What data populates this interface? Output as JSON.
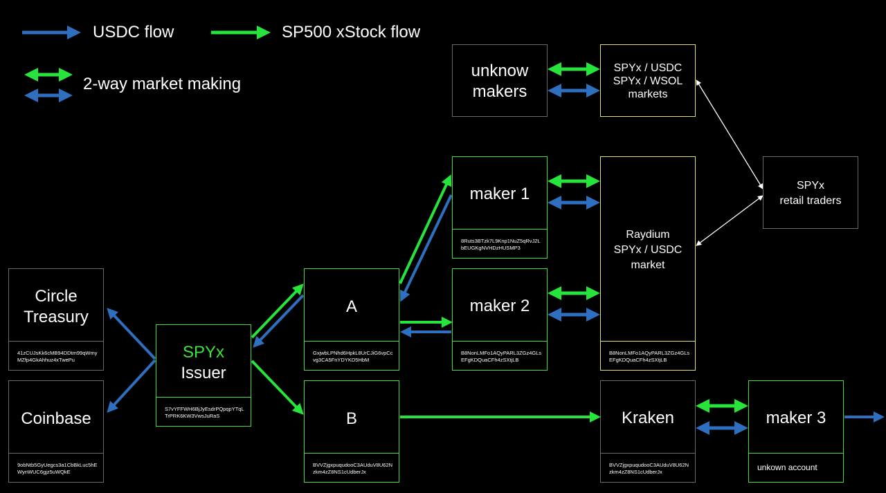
{
  "legend": {
    "usdc_flow": "USDC flow",
    "xstock_flow": "SP500 xStock flow",
    "market_making": "2-way market making"
  },
  "colors": {
    "usdc": "#2f6fbf",
    "xstock": "#27e43c",
    "border_gray": "#6b6b6b",
    "border_green": "#3ee23a",
    "border_yellow": "#e7e36a"
  },
  "nodes": {
    "circle": {
      "line1": "Circle",
      "line2": "Treasury",
      "addr": "41zCUJsKk6cMB94DDtm99qWmy\nMZfp4GkAhhuz4xTwePu"
    },
    "coinbase": {
      "title": "Coinbase",
      "addr": "9obNtb5GyUegcs3a1CbBkLuc5hE\nWynWUC6gjz5uWQkE"
    },
    "issuer": {
      "line1": "SPYx",
      "line2": "Issuer",
      "addr": "S7vYFFWH6BjJyEsdrPQpqpYTqL\nTrPRK6KW3VwsJuRaS"
    },
    "a": {
      "title": "A",
      "addr": "GxjwbLPNhd6HpkL8UrCJiG6vpCc\nvg3CA5FnYDYKD5HbM"
    },
    "b": {
      "title": "B",
      "addr": "BVVZjgxpuqudooC3AUduV8U62N\nzkm4zZ8NS1cUdberJx"
    },
    "maker1": {
      "title": "maker 1",
      "addr": "8Ruts3BTzk7L9Knp1NuZ5qRvJ2L\nbEUGKgNVHDzHUSMP3"
    },
    "maker2": {
      "title": "maker 2",
      "addr": "B8NonLMFo1AQyPARL3ZGz4GLs\nEFgKDQuaCFh4zSXtjLB"
    },
    "unknown_makers": {
      "line1": "unknow",
      "line2": "makers"
    },
    "markets": {
      "line1": "SPYx / USDC",
      "line2": "SPYx / WSOL",
      "line3": "markets"
    },
    "raydium": {
      "line1": "Raydium",
      "line2": "SPYx / USDC",
      "line3": "market",
      "addr": "B8NonLMFo1AQyPARL3ZGz4GLs\nEFgKDQuaCFh4zSXtjLB"
    },
    "retail": {
      "line1": "SPYx",
      "line2": "retail traders"
    },
    "kraken": {
      "title": "Kraken",
      "addr": "BVVZjgxpuqudooC3AUduV8U62N\nzkm4zZ8NS1cUdberJx"
    },
    "maker3": {
      "title": "maker 3",
      "sub": "unkown account"
    }
  }
}
